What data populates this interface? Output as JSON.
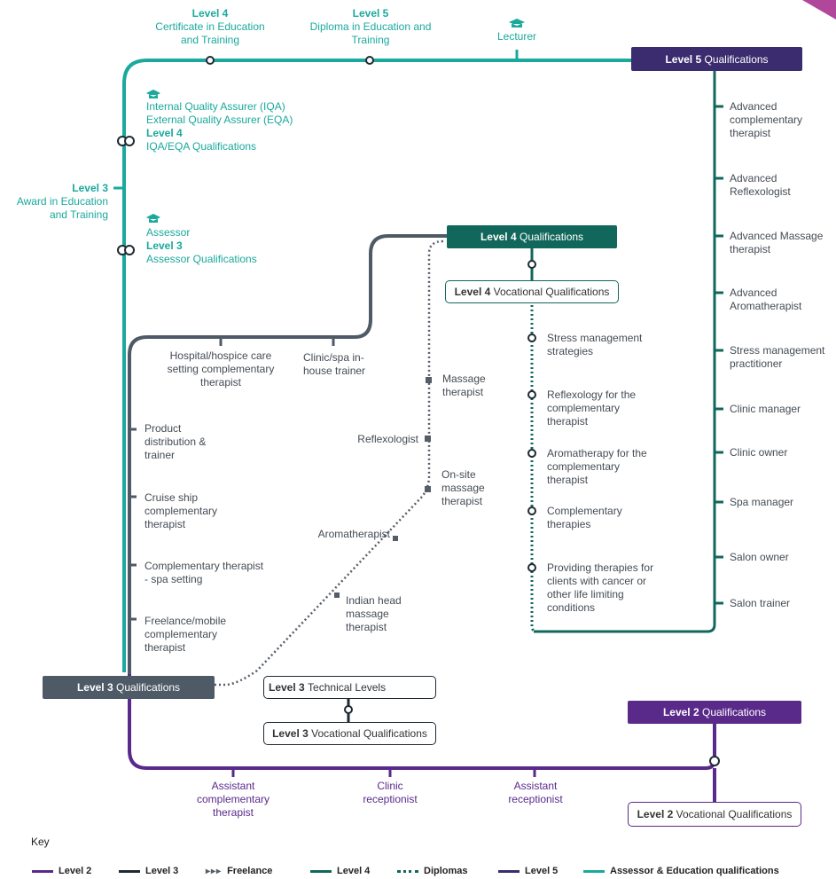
{
  "top_row": {
    "cert_level": "Level 4",
    "cert_title": "Certificate in Education and Training",
    "diploma_level": "Level 5",
    "diploma_title": "Diploma in Education and Training",
    "lecturer": "Lecturer"
  },
  "level5_box": {
    "bold": "Level 5",
    "rest": "Qualifications"
  },
  "level5_roles": [
    "Advanced complementary therapist",
    "Advanced Reflexologist",
    "Advanced Massage therapist",
    "Advanced Aromatherapist",
    "Stress management practitioner",
    "Clinic manager",
    "Clinic owner",
    "Spa manager",
    "Salon owner",
    "Salon trainer"
  ],
  "assessor_block": {
    "iqa": "Internal Quality Assurer (IQA)",
    "eqa": "External Quality Assurer (EQA)",
    "iqa_level": "Level 4",
    "iqa_title": "IQA/EQA Qualifications",
    "award_level": "Level 3",
    "award_title": "Award in Education and Training",
    "assessor": "Assessor",
    "assessor_level": "Level 3",
    "assessor_title": "Assessor Qualifications"
  },
  "level4_box": {
    "bold": "Level 4",
    "rest": "Qualifications"
  },
  "level4_voc": {
    "bold": "Level 4",
    "rest": "Vocational Qualifications"
  },
  "diplomas": [
    "Stress management strategies",
    "Reflexology for the complementary therapist",
    "Aromatherapy for the complementary therapist",
    "Complementary therapies",
    "Providing therapies for clients with cancer or other life limiting conditions"
  ],
  "level4_roles": {
    "hospital": "Hospital/hospice care setting complementary therapist",
    "clinic_trainer": "Clinic/spa in-house trainer"
  },
  "freelance": {
    "massage": "Massage therapist",
    "reflexologist": "Reflexologist",
    "onsite": "On-site massage therapist",
    "aromatherapist": "Aromatherapist",
    "indian": "Indian head massage therapist"
  },
  "level3_roles": [
    "Product distribution & trainer",
    "Cruise ship complementary therapist",
    "Complementary therapist - spa setting",
    "Freelance/mobile complementary therapist"
  ],
  "level3_box": {
    "bold": "Level 3",
    "rest": "Qualifications"
  },
  "level3_tech": {
    "bold": "Level 3",
    "rest": "Technical Levels"
  },
  "level3_voc": {
    "bold": "Level 3",
    "rest": "Vocational Qualifications"
  },
  "level2_box": {
    "bold": "Level 2",
    "rest": "Qualifications"
  },
  "level2_voc": {
    "bold": "Level 2",
    "rest": "Vocational Qualifications"
  },
  "level2_roles": {
    "assistant_therapist": "Assistant complementary therapist",
    "clinic_receptionist": "Clinic receptionist",
    "assistant_receptionist": "Assistant receptionist"
  },
  "key": {
    "title": "Key",
    "items": [
      {
        "label": "Level 2",
        "color": "#5a2a8a",
        "style": "solid"
      },
      {
        "label": "Level 3",
        "color": "#1f2a33",
        "style": "solid"
      },
      {
        "label": "Freelance",
        "color": "#555e68",
        "style": "arrows"
      },
      {
        "label": "Level 4",
        "color": "#12675c",
        "style": "solid"
      },
      {
        "label": "Diplomas",
        "color": "#12675c",
        "style": "dotted"
      },
      {
        "label": "Level 5",
        "color": "#3a2c6e",
        "style": "solid"
      },
      {
        "label": "Assessor & Education qualifications",
        "color": "#1aa99c",
        "style": "solid"
      }
    ]
  },
  "colors": {
    "teal": "#1aa99c",
    "level4": "#12675c",
    "level3": "#4e5a66",
    "level2": "#5a2a8a",
    "level5": "#3a2c6e",
    "corner_accent": "#b0479a"
  }
}
